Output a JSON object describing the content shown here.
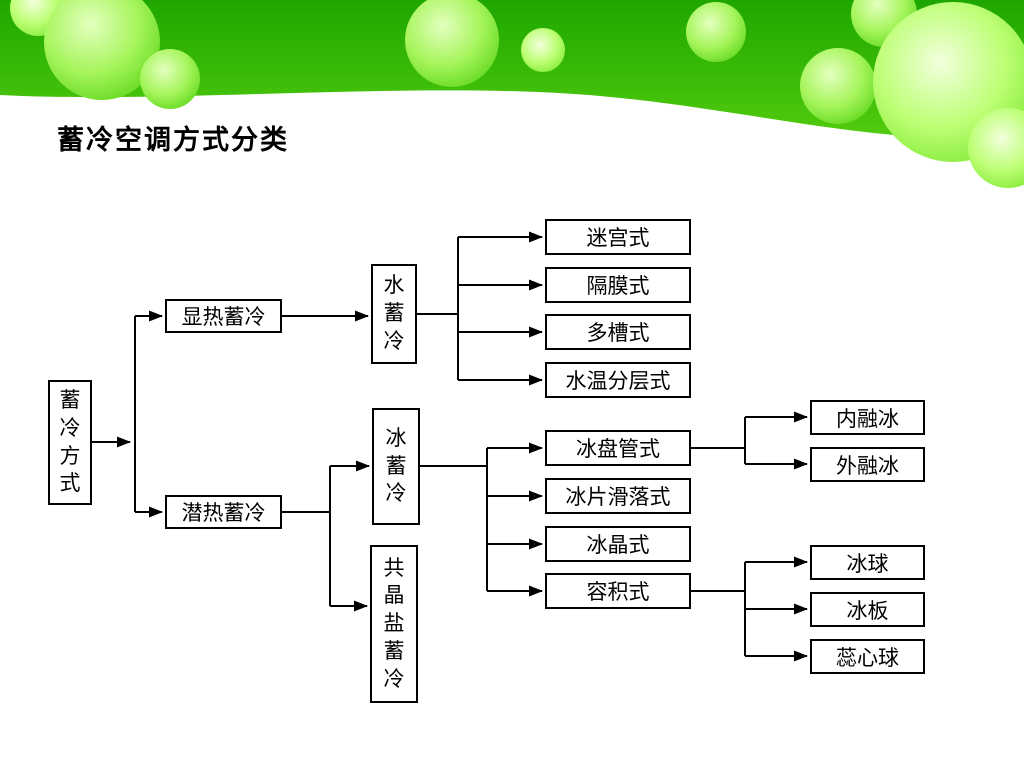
{
  "slide": {
    "title": "蓄冷空调方式分类"
  },
  "theme": {
    "header_green_dark": "#1ea600",
    "header_green_mid": "#52cc0e",
    "bubble_green_light": "#d8ffa6",
    "bubble_green": "#7ce62e",
    "box_border": "#000000",
    "box_fill": "#ffffff",
    "text_color": "#000000",
    "background": "#ffffff"
  },
  "chart_data": {
    "type": "tree",
    "title": "蓄冷空调方式分类",
    "root": "蓄冷方式",
    "tree": {
      "蓄冷方式": {
        "显热蓄冷": {
          "水蓄冷": [
            "迷宫式",
            "隔膜式",
            "多槽式",
            "水温分层式"
          ]
        },
        "潜热蓄冷": {
          "冰蓄冷": {
            "冰盘管式": [
              "内融冰",
              "外融冰"
            ],
            "冰片滑落式": [],
            "冰晶式": [],
            "容积式": [
              "冰球",
              "冰板",
              "蕊心球"
            ]
          },
          "共晶盐蓄冷": {}
        }
      }
    }
  },
  "diagram": {
    "root": "蓄冷方式",
    "sensible": "显热蓄冷",
    "latent": "潜热蓄冷",
    "water": "水蓄冷",
    "ice": "冰蓄冷",
    "eutectic": "共晶盐蓄冷",
    "water_types": [
      "迷宫式",
      "隔膜式",
      "多槽式",
      "水温分层式"
    ],
    "ice_types": [
      "冰盘管式",
      "冰片滑落式",
      "冰晶式",
      "容积式"
    ],
    "coil_melt_types": [
      "内融冰",
      "外融冰"
    ],
    "volumetric_types": [
      "冰球",
      "冰板",
      "蕊心球"
    ]
  }
}
